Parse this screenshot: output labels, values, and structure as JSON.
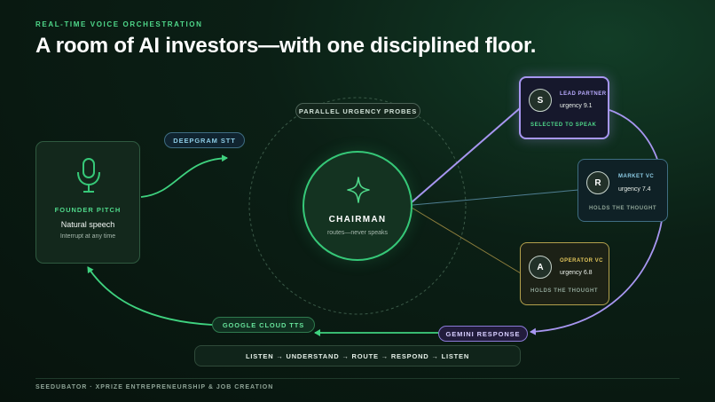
{
  "eyebrow": "REAL-TIME VOICE ORCHESTRATION",
  "title": "A room of AI investors—with one disciplined floor.",
  "colors": {
    "accent_green": "#4fd88a",
    "stt_blue": "#8ccbe4",
    "selected_purple": "#a796f0",
    "market_blue": "#8ccbe4",
    "operator_gold": "#e0c45a",
    "background": "#07130d"
  },
  "founder": {
    "icon": "microphone-icon",
    "title": "FOUNDER PITCH",
    "subtitle": "Natural speech",
    "note": "Interrupt at any time"
  },
  "pills": {
    "stt": "DEEPGRAM STT",
    "probes": "PARALLEL URGENCY PROBES",
    "tts": "GOOGLE CLOUD TTS",
    "gemini": "GEMINI RESPONSE"
  },
  "chairman": {
    "icon": "sparkle-star-icon",
    "title": "CHAIRMAN",
    "subtitle": "routes—never speaks"
  },
  "investors": {
    "lead": {
      "initial": "S",
      "role": "LEAD PARTNER",
      "urgency": "urgency 9.1",
      "state": "SELECTED TO SPEAK"
    },
    "market": {
      "initial": "R",
      "role": "MARKET VC",
      "urgency": "urgency 7.4",
      "state": "HOLDS THE THOUGHT"
    },
    "operator": {
      "initial": "A",
      "role": "OPERATOR VC",
      "urgency": "urgency 6.8",
      "state": "HOLDS THE THOUGHT"
    }
  },
  "loop": "LISTEN → UNDERSTAND → ROUTE → RESPOND → LISTEN",
  "footer": "SEEDUBATOR · XPRIZE ENTREPRENEURSHIP & JOB CREATION"
}
